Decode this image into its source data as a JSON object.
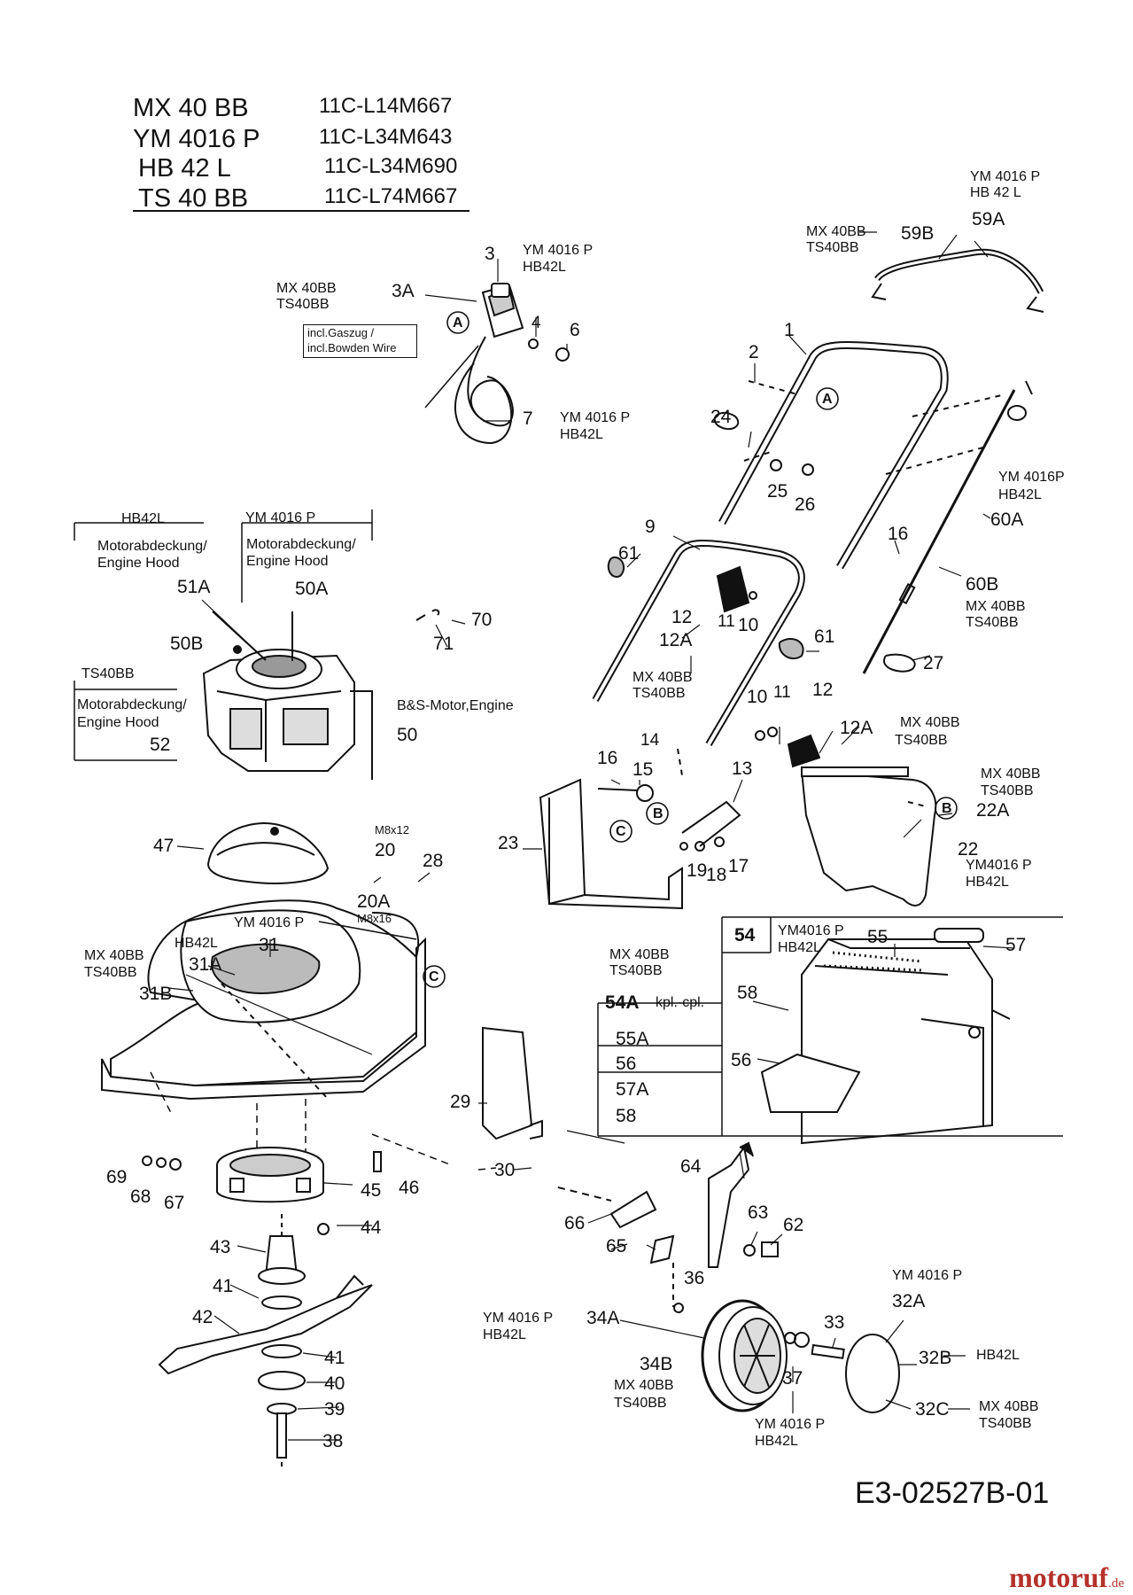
{
  "header": {
    "models": [
      {
        "model": "MX 40 BB",
        "code": "11C-L14M667"
      },
      {
        "model": "YM 4016 P",
        "code": "11C-L34M643"
      },
      {
        "model": "HB 42 L",
        "code": "11C-L34M690"
      },
      {
        "model": "TS 40 BB",
        "code": "11C-L74M667"
      }
    ]
  },
  "labels": {
    "l3": "3",
    "l3_ym": "YM 4016 P",
    "l3_hb": "HB42L",
    "l3a_mx": "MX 40BB",
    "l3a_ts": "TS40BB",
    "l3a": "3A",
    "gaszug_1": "incl.Gaszug /",
    "gaszug_2": "incl.Bowden Wire",
    "l4": "4",
    "l6": "6",
    "l7": "7",
    "l7_ym": "YM 4016 P",
    "l7_hb": "HB42L",
    "l59_ym": "YM 4016 P",
    "l59_hb": "HB 42 L",
    "l59b_mx": "MX 40BB",
    "l59b_ts": "TS40BB",
    "l59b": "59B",
    "l59a": "59A",
    "l1": "1",
    "l2": "2",
    "l24": "24",
    "l25": "25",
    "l26": "26",
    "l16a": "16",
    "l60_ym": "YM 4016P",
    "l60_hb": "HB42L",
    "l60a": "60A",
    "l60b": "60B",
    "l60b_mx": "MX 40BB",
    "l60b_ts": "TS40BB",
    "l27": "27",
    "l9": "9",
    "l61a": "61",
    "l61b": "61",
    "l12a": "12",
    "l11a": "11",
    "l10a": "10",
    "l12a_code": "12A",
    "l12a_mx": "MX 40BB",
    "l12a_ts": "TS40BB",
    "l10b": "10",
    "l11b": "11",
    "l12b": "12",
    "l12a2": "12A",
    "l12a2_mx": "MX 40BB",
    "l12a2_ts": "TS40BB",
    "hb42l_top": "HB42L",
    "ym4016p_top": "YM 4016 P",
    "hood_1": "Motorabdeckung/",
    "hood_2": "Engine Hood",
    "l51a": "51A",
    "hood_3": "Motorabdeckung/",
    "hood_4": "Engine Hood",
    "l50a": "50A",
    "l50b": "50B",
    "ts40bb_hood": "TS40BB",
    "hood_5": "Motorabdeckung/",
    "hood_6": "Engine Hood",
    "l52": "52",
    "l70": "70",
    "l71": "71",
    "engine": "B&S-Motor,Engine",
    "l50": "50",
    "l14": "14",
    "l16b": "16",
    "l15": "15",
    "l13": "13",
    "l23": "23",
    "l19": "19",
    "l18": "18",
    "l17": "17",
    "l22_mx": "MX 40BB",
    "l22_ts": "TS40BB",
    "l22a": "22A",
    "l22": "22",
    "l22_ym": "YM4016 P",
    "l22_hb": "HB42L",
    "l47": "47",
    "m8x12": "M8x12",
    "l20": "20",
    "l28": "28",
    "l20a": "20A",
    "m8x16": "M8x16",
    "l31_ym": "YM 4016 P",
    "l31": "31",
    "l31a_hb": "HB42L",
    "l31a": "31A",
    "l31b_mx": "MX 40BB",
    "l31b_ts": "TS40BB",
    "l31b": "31B",
    "l54": "54",
    "l54_ym": "YM4016 P",
    "l54_hb": "HB42L",
    "l55": "55",
    "l57": "57",
    "l54a_mx": "MX 40BB",
    "l54a_ts": "TS40BB",
    "l54a": "54A",
    "kpl": "kpl.-cpl.",
    "l55a": "55A",
    "l56": "56",
    "l57a": "57A",
    "l58": "58",
    "l58b": "58",
    "l56b": "56",
    "l29": "29",
    "l30": "30",
    "l69": "69",
    "l68": "68",
    "l67": "67",
    "l45": "45",
    "l46": "46",
    "l44": "44",
    "l43": "43",
    "l41a": "41",
    "l42": "42",
    "l41b": "41",
    "l40": "40",
    "l39": "39",
    "l38": "38",
    "l64": "64",
    "l63": "63",
    "l62": "62",
    "l66": "66",
    "l65": "65",
    "l36": "36",
    "l34a_ym": "YM 4016 P",
    "l34a_hb": "HB42L",
    "l34a": "34A",
    "l33": "33",
    "l34b": "34B",
    "l34b_mx": "MX 40BB",
    "l34b_ts": "TS40BB",
    "l37": "37",
    "l37_ym": "YM 4016 P",
    "l37_hb": "HB42L",
    "l32a_ym": "YM 4016 P",
    "l32a": "32A",
    "l32b": "32B",
    "l32b_hb": "HB42L",
    "l32c": "32C",
    "l32c_mx": "MX 40BB",
    "l32c_ts": "TS40BB",
    "callout_a": "A",
    "callout_b": "B",
    "callout_c": "C"
  },
  "footer": {
    "doc_id": "E3-02527B-01",
    "brand": "motoruf",
    "brand_tld": ".de"
  }
}
